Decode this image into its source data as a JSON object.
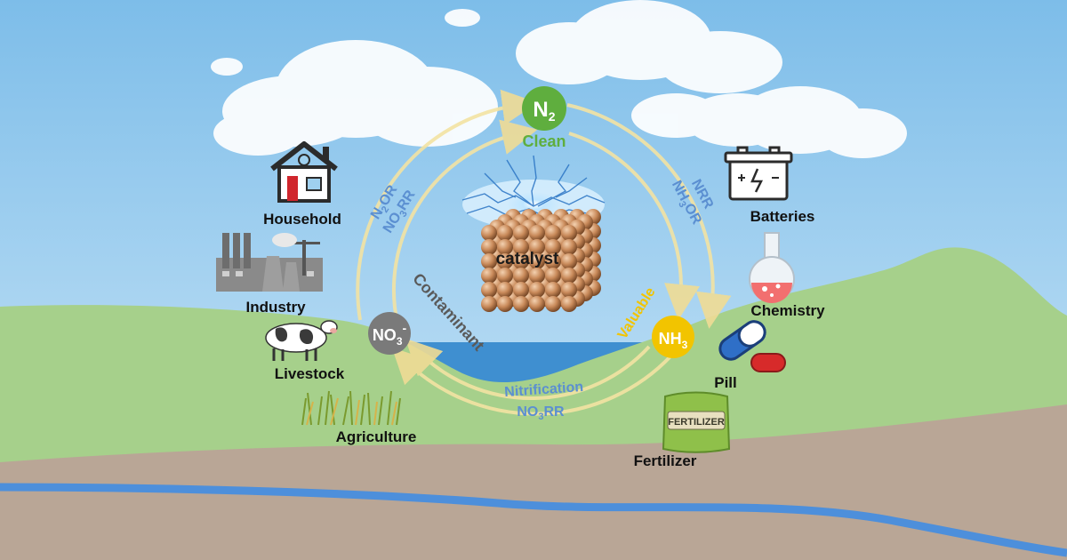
{
  "nodes": {
    "n2": {
      "formula_main": "N",
      "formula_sub": "2",
      "label": "Clean",
      "color": "#5fae3e"
    },
    "no3": {
      "formula_main": "NO",
      "formula_sub": "3",
      "formula_sup": "-",
      "color": "#7a7a7a"
    },
    "nh3": {
      "formula_main": "NH",
      "formula_sub": "3",
      "color": "#f2c400"
    }
  },
  "center": {
    "label": "catalyst"
  },
  "arrows": {
    "left_upper": {
      "line1_a": "N",
      "line1_sub": "2",
      "line1_b": "OR",
      "line2_a": "NO",
      "line2_sub": "3",
      "line2_b": "RR"
    },
    "right_upper": {
      "line1_a": "NH",
      "line1_sub": "3",
      "line1_b": "OR",
      "line2": "NRR"
    },
    "bottom": {
      "line1": "Nitrification",
      "line2_a": "NO",
      "line2_sub": "3",
      "line2_b": "RR"
    },
    "contaminant": "Contaminant",
    "valuable": "Valuable"
  },
  "sources": [
    {
      "label": "Household",
      "icon": "house-icon"
    },
    {
      "label": "Industry",
      "icon": "factory-icon"
    },
    {
      "label": "Livestock",
      "icon": "cow-icon"
    },
    {
      "label": "Agriculture",
      "icon": "grass-icon"
    }
  ],
  "uses": [
    {
      "label": "Batteries",
      "icon": "battery-icon"
    },
    {
      "label": "Chemistry",
      "icon": "flask-icon"
    },
    {
      "label": "Pill",
      "icon": "pill-icon"
    },
    {
      "label": "Fertilizer",
      "icon": "fertilizer-bag-icon",
      "bag_text": "FERTILIZER"
    }
  ],
  "colors": {
    "arrow_text": "#5b8fd1",
    "ring": "#f3e3a3",
    "sky_top": "#8ec7ee",
    "ground": "#a5d28a",
    "soil": "#b8a595",
    "river": "#4f90d8"
  }
}
